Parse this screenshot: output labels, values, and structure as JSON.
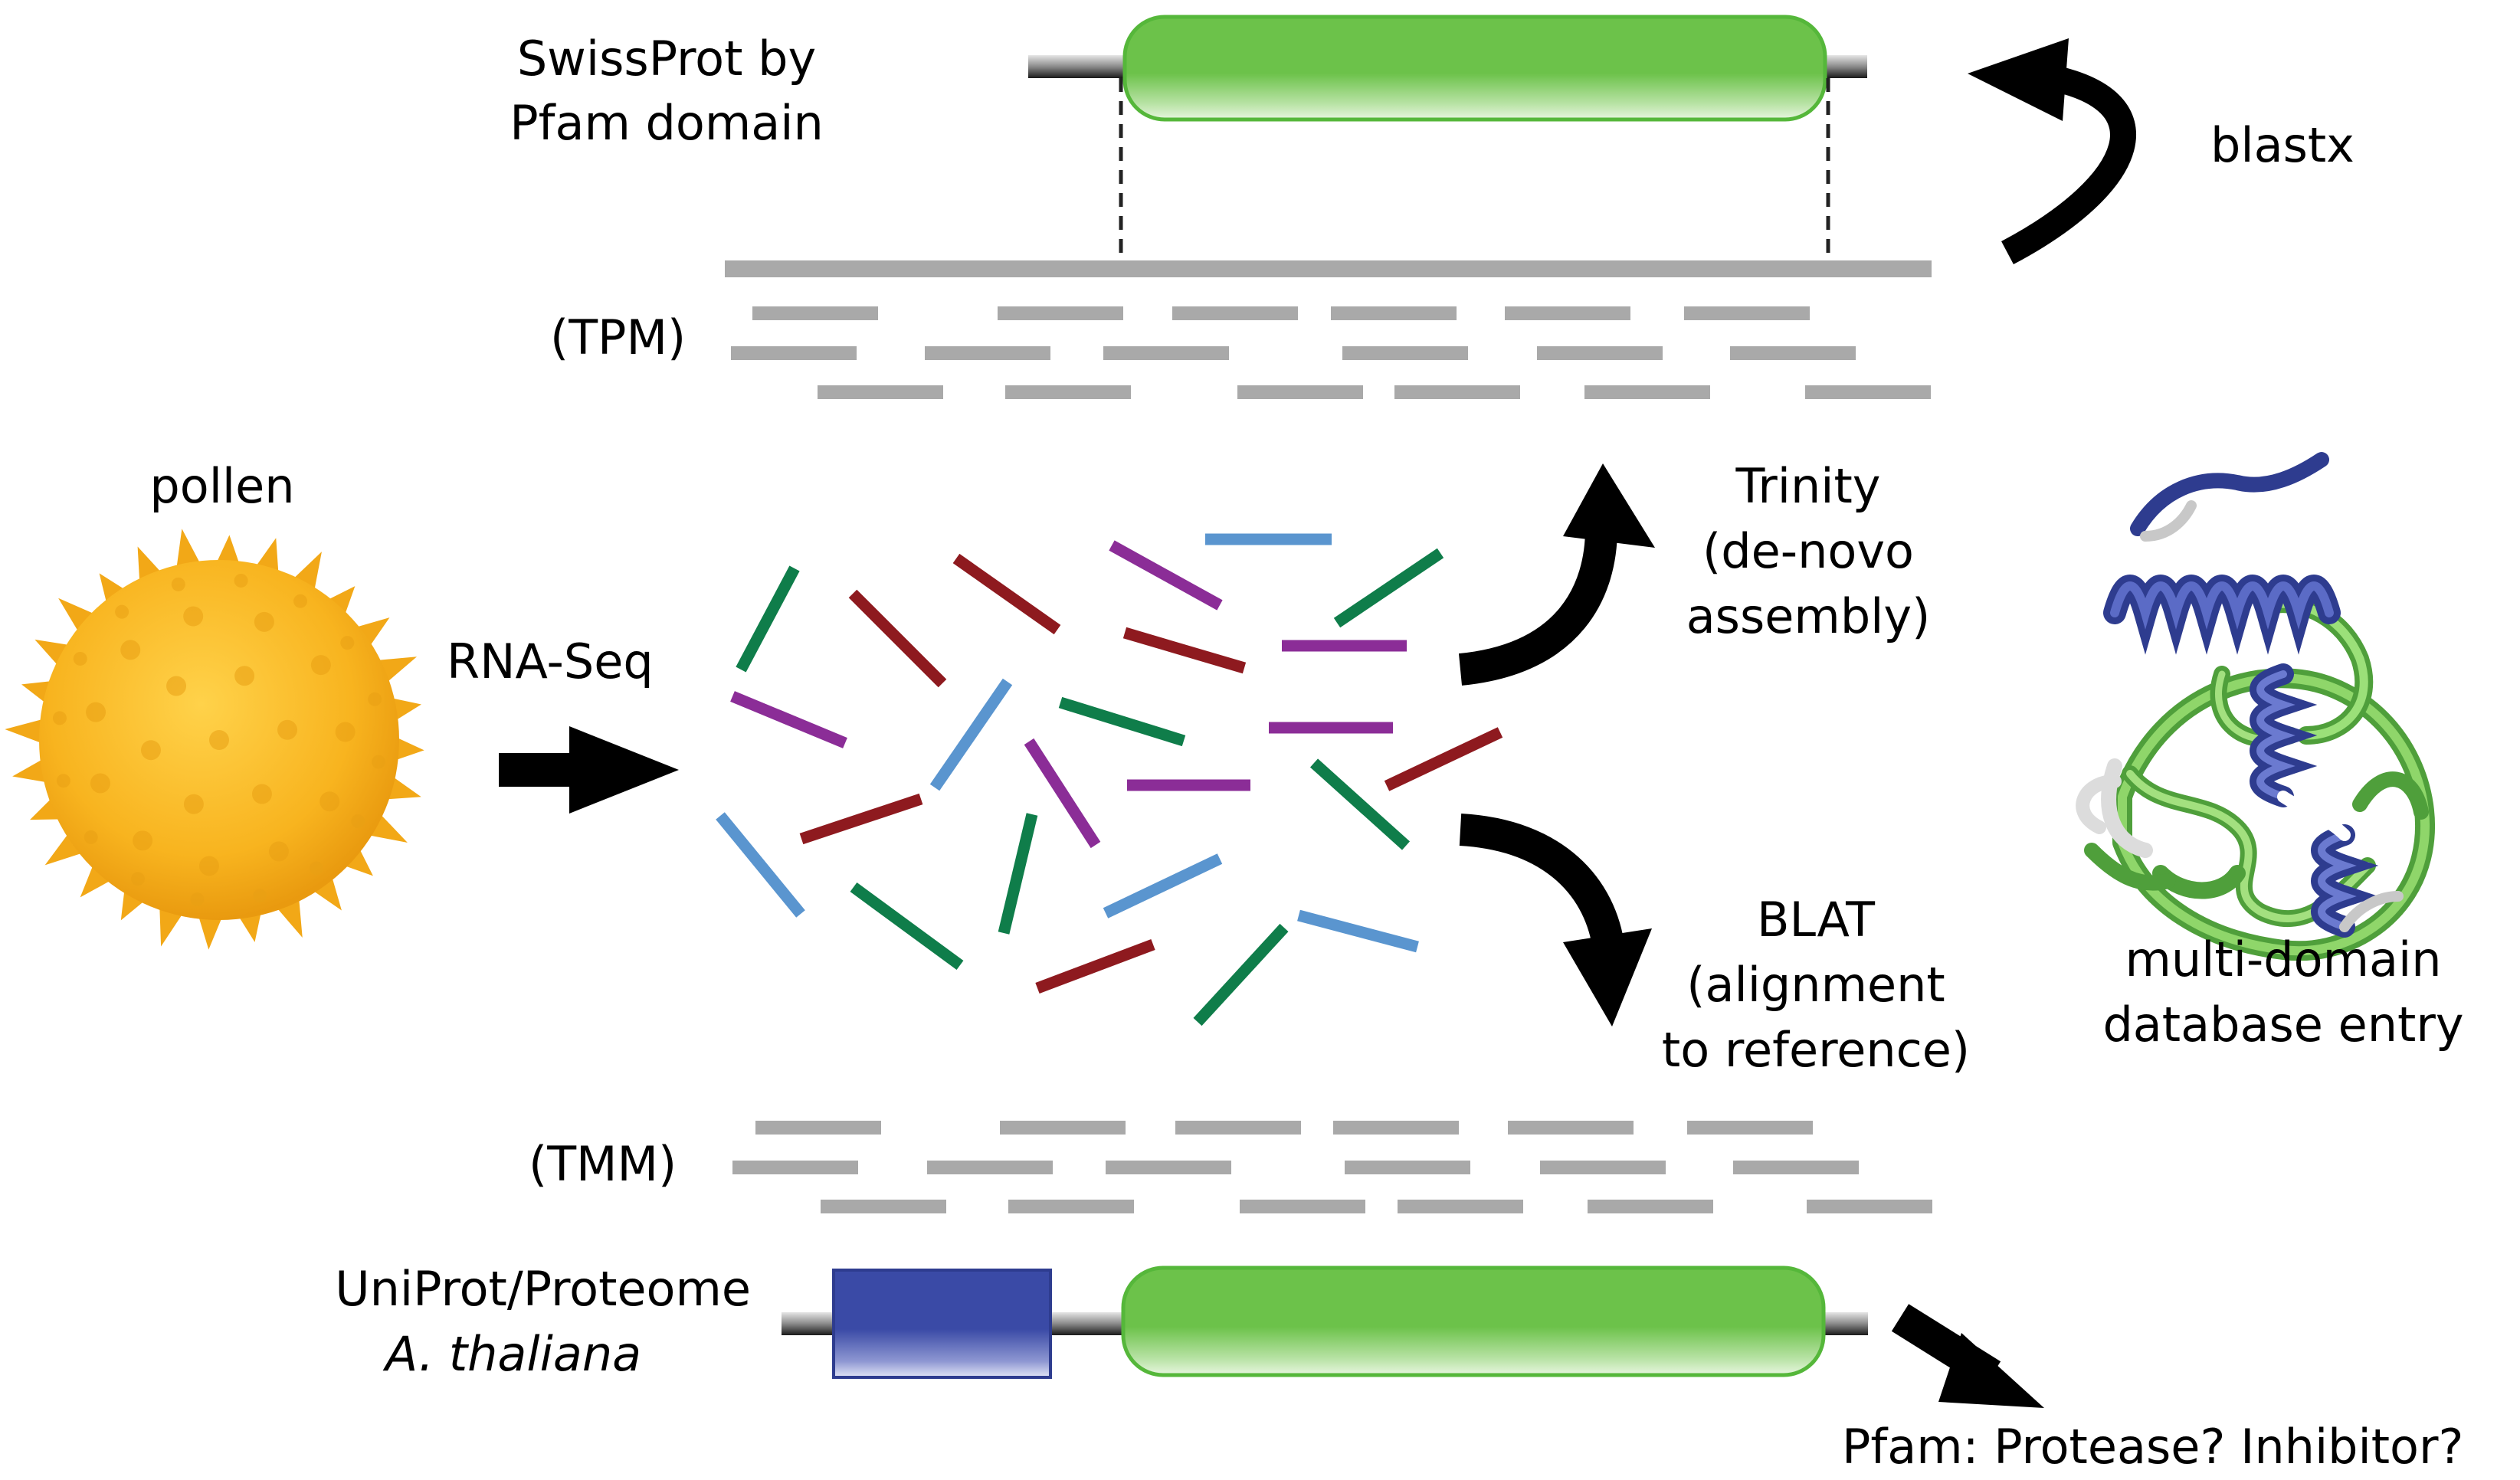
{
  "labels": {
    "swissprot_line1": "SwissProt by",
    "swissprot_line2": "Pfam domain",
    "blastx": "blastx",
    "tpm": "(TPM)",
    "pollen": "pollen",
    "rnaseq": "RNA-Seq",
    "trinity_line1": "Trinity",
    "trinity_line2": "(de-novo",
    "trinity_line3": "assembly)",
    "blat_line1": "BLAT",
    "blat_line2": "(alignment",
    "blat_line3": "to reference)",
    "multidomain_line1": "multi-domain",
    "multidomain_line2": "database entry",
    "tmm": "(TMM)",
    "uniprot_line1": "UniProt/Proteome",
    "uniprot_line2": "A. thaliana",
    "pfam_question": "Pfam: Protease? Inhibitor?"
  },
  "colors": {
    "read_gray": "#a9a9a9",
    "domain_green": "#6cc24a",
    "domain_blue": "#3a4aa6",
    "read_green": "#0f7d4a",
    "read_red": "#8e1a1f",
    "read_purple": "#8b2d97",
    "read_blue": "#5a95cf",
    "pollen_orange": "#f7b21e",
    "arrow_black": "#000000"
  }
}
